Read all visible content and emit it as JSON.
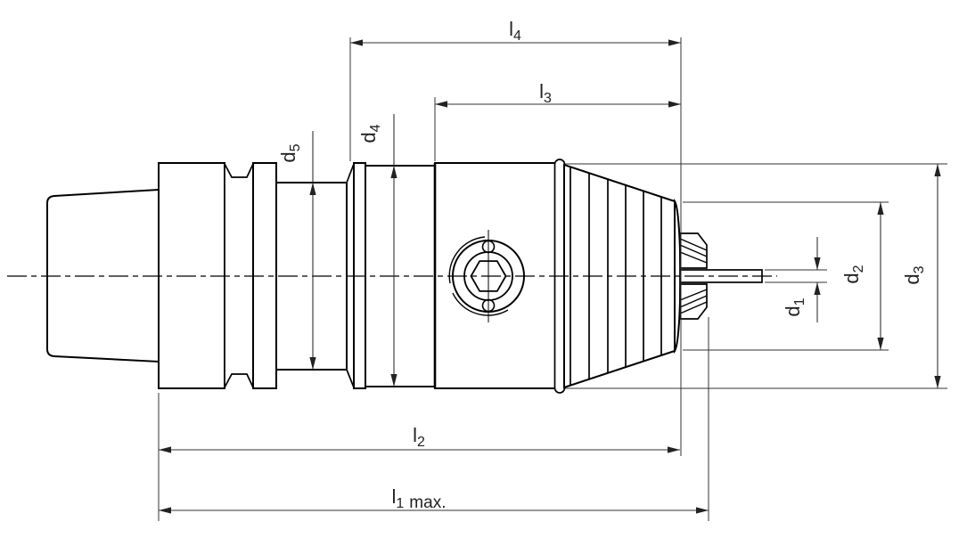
{
  "labels": {
    "l4": {
      "base": "l",
      "sub": "4"
    },
    "l3": {
      "base": "l",
      "sub": "3"
    },
    "l2": {
      "base": "l",
      "sub": "2"
    },
    "l1": {
      "base": "l",
      "sub": "1",
      "suffix": "max."
    },
    "d5": {
      "base": "d",
      "sub": "5"
    },
    "d4": {
      "base": "d",
      "sub": "4"
    },
    "d3": {
      "base": "d",
      "sub": "3"
    },
    "d2": {
      "base": "d",
      "sub": "2"
    },
    "d1": {
      "base": "d",
      "sub": "1"
    }
  },
  "colors": {
    "background": "#ffffff",
    "outline": "#000000",
    "dimension_lines": "#333333",
    "label_text": "#222222"
  }
}
